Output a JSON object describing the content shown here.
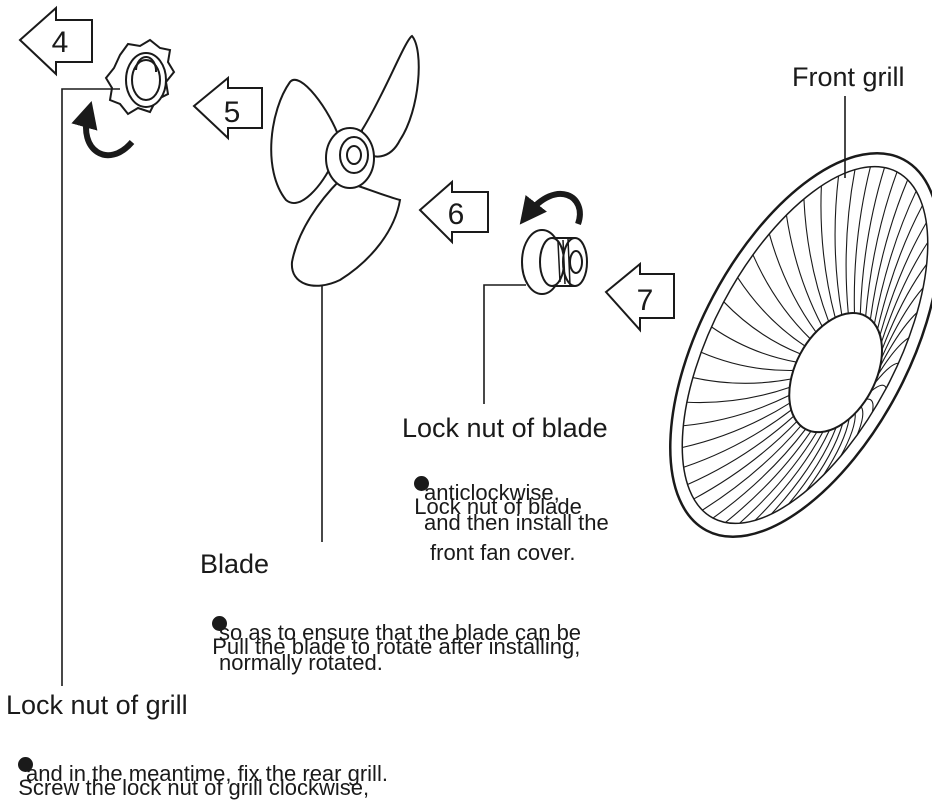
{
  "steps": [
    "4",
    "5",
    "6",
    "7"
  ],
  "labels": {
    "front_grill": "Front grill",
    "lock_nut_blade": "Lock nut of blade",
    "blade": "Blade",
    "lock_nut_grill": "Lock nut of grill"
  },
  "notes": {
    "lock_nut_blade": [
      "Lock nut of blade",
      "anticlockwise,",
      "and then install the",
      "front fan cover."
    ],
    "blade": [
      "Pull the blade to rotate after installing,",
      "so as to ensure that the blade can be",
      "normally rotated."
    ],
    "lock_nut_grill": [
      "Screw the lock nut of grill clockwise,",
      "and in the meantime, fix the rear grill."
    ]
  },
  "colors": {
    "ink": "#1a1a1a",
    "paper": "#ffffff"
  }
}
